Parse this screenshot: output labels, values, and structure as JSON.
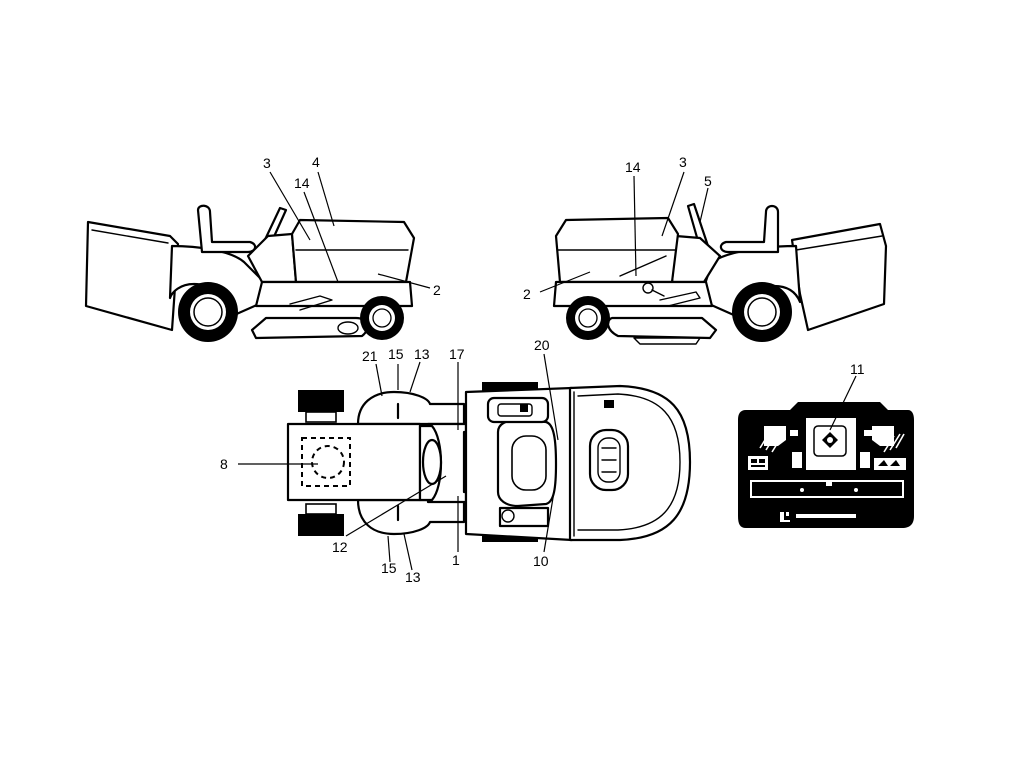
{
  "callouts": {
    "left_view": {
      "c3": "3",
      "c4": "4",
      "c14": "14",
      "c2": "2"
    },
    "right_view": {
      "c14": "14",
      "c3": "3",
      "c5": "5",
      "c2": "2"
    },
    "top_view": {
      "c21": "21",
      "c15_top": "15",
      "c13_top": "13",
      "c17": "17",
      "c20": "20",
      "c8": "8",
      "c12": "12",
      "c15_bottom": "15",
      "c13_bottom": "13",
      "c1": "1",
      "c10": "10"
    },
    "panel_view": {
      "c11": "11"
    }
  },
  "colors": {
    "line": "#000000",
    "background": "#ffffff"
  }
}
